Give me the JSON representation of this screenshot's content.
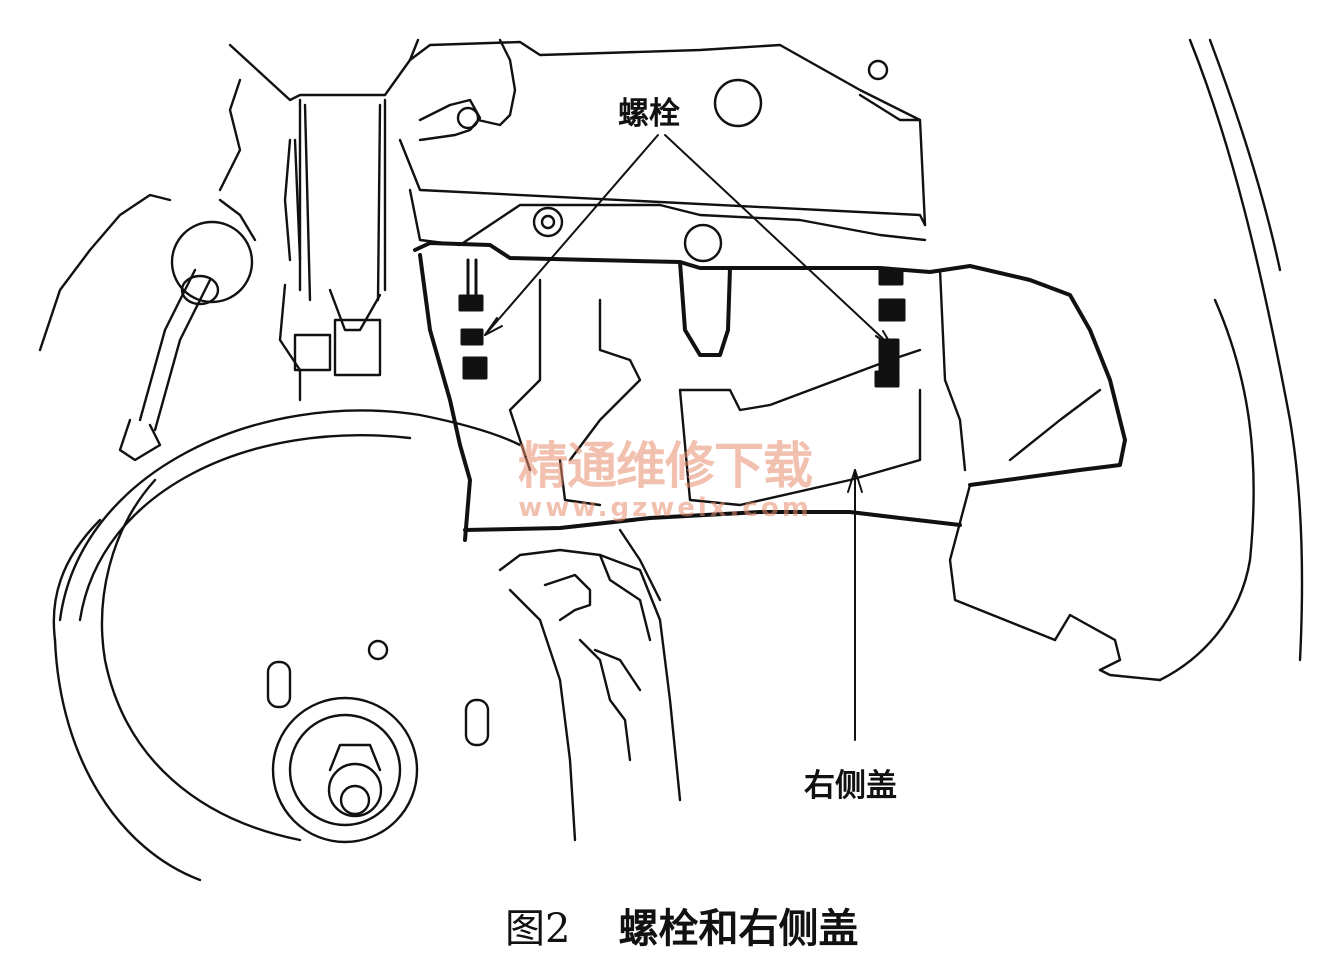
{
  "labels": {
    "bolts": "螺栓",
    "right_cover": "右侧盖"
  },
  "caption": {
    "number": "图2",
    "text": "螺栓和右侧盖"
  },
  "watermark": {
    "title": "精通维修下载",
    "url": "www.gzweix.com"
  },
  "colors": {
    "line": "#111111",
    "watermark": "#e88c6e",
    "background": "#ffffff"
  }
}
